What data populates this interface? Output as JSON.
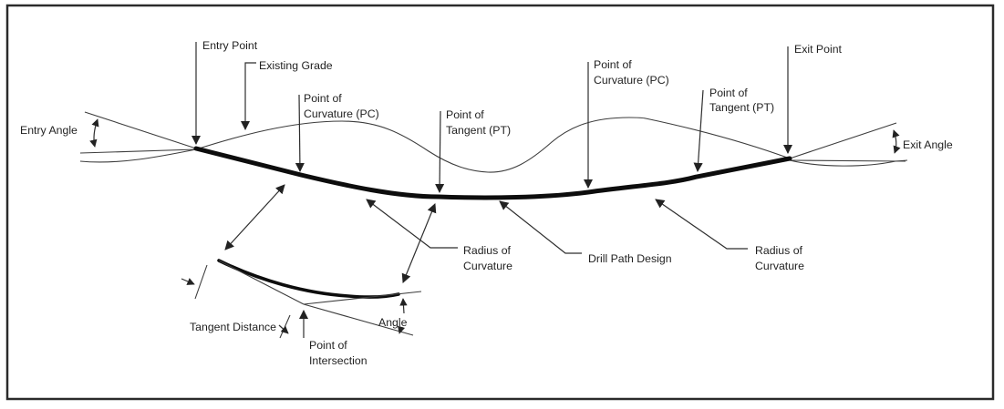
{
  "colors": {
    "ink": "#2b2b2b",
    "drill_path": "#0d0d0d",
    "thin_line": "#3d3d3d",
    "background": "#ffffff"
  },
  "labels": {
    "entry_point": "Entry Point",
    "existing_grade": "Existing Grade",
    "entry_angle": "Entry Angle",
    "exit_angle": "Exit Angle",
    "exit_point": "Exit Point",
    "pc_left": {
      "line1": "Point of",
      "line2": "Curvature (PC)"
    },
    "pt_left": {
      "line1": "Point of",
      "line2": "Tangent (PT)"
    },
    "pc_right": {
      "line1": "Point of",
      "line2": "Curvature (PC)"
    },
    "pt_right": {
      "line1": "Point of",
      "line2": "Tangent (PT)"
    },
    "radius_left": {
      "line1": "Radius of",
      "line2": "Curvature"
    },
    "radius_right": {
      "line1": "Radius of",
      "line2": "Curvature"
    },
    "drill_path_design": "Drill Path Design",
    "tangent_distance": "Tangent Distance",
    "point_of_intersection": {
      "line1": "Point of",
      "line2": "Intersection"
    },
    "angle": "Angle"
  }
}
